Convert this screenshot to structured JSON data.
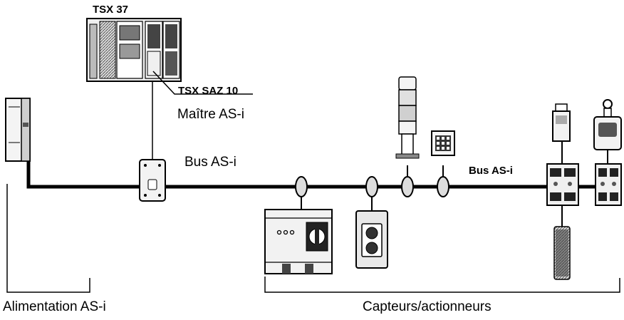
{
  "labels": {
    "plc_model": "TSX 37",
    "module": "TSX SAZ 10",
    "master": "Maître AS-i",
    "bus_main": "Bus AS-i",
    "bus_right": "Bus AS-i",
    "power_supply": "Alimentation AS-i",
    "sensors_actuators": "Capteurs/actionneurs"
  },
  "colors": {
    "line": "#000000",
    "device_fill": "#eeeeee",
    "device_dark": "#333333"
  }
}
